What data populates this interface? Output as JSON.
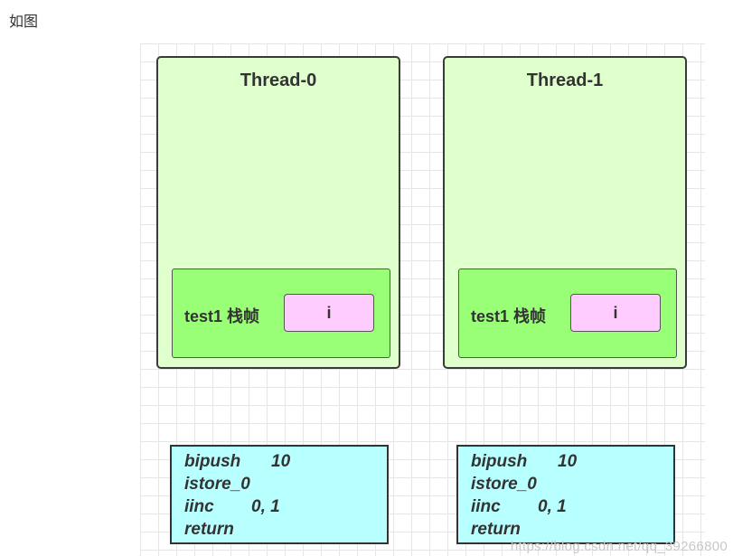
{
  "caption": "如图",
  "threads": [
    {
      "title": "Thread-0",
      "frame_label": "test1 栈帧",
      "local_var": "i"
    },
    {
      "title": "Thread-1",
      "frame_label": "test1 栈帧",
      "local_var": "i"
    }
  ],
  "bytecode": [
    {
      "op": "bipush",
      "arg": "10"
    },
    {
      "op": "istore_0",
      "arg": ""
    },
    {
      "op": "iinc",
      "arg": "0, 1"
    },
    {
      "op": "return",
      "arg": ""
    }
  ],
  "watermark": "https://blog.csdn.net/qq_39266800",
  "colors": {
    "thread_bg": "#dfffcc",
    "frame_bg": "#99ff77",
    "var_bg": "#ffccff",
    "code_bg": "#b8ffff"
  }
}
